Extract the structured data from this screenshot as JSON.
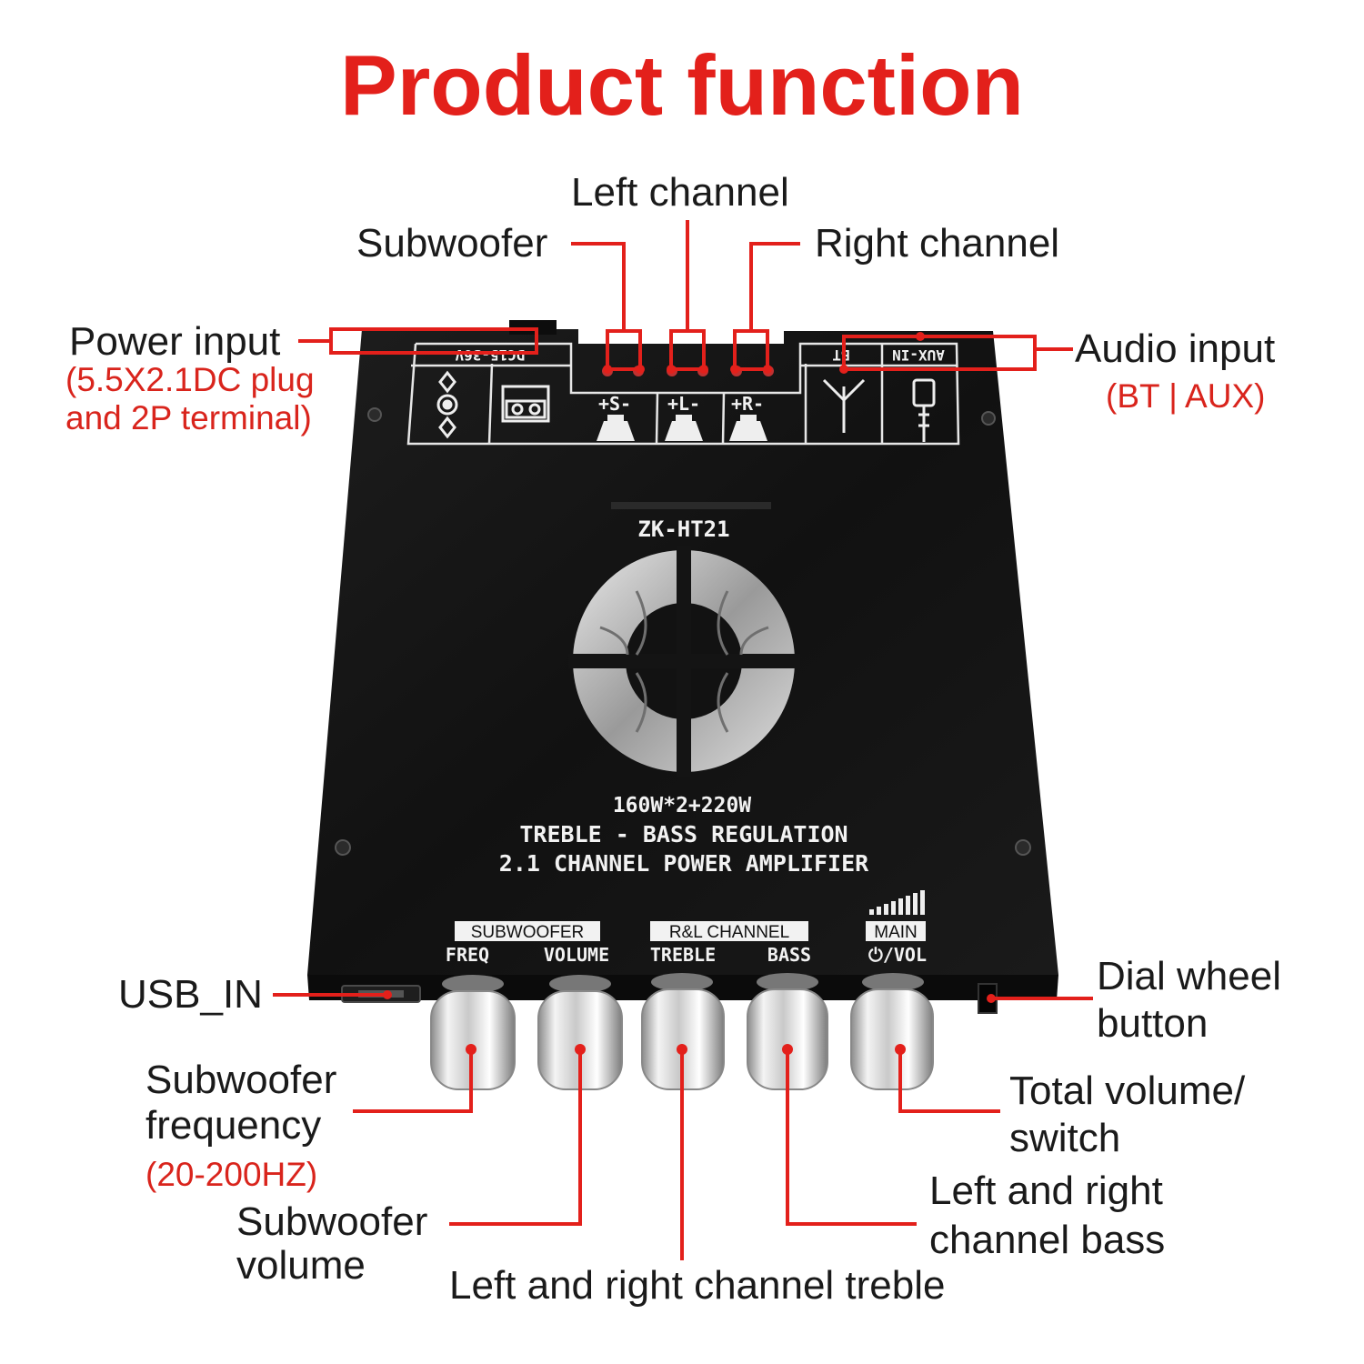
{
  "title": "Product function",
  "callouts": {
    "left_channel": "Left channel",
    "subwoofer": "Subwoofer",
    "right_channel": "Right channel",
    "power_input": "Power input",
    "power_input_detail_1": "(5.5X2.1DC plug",
    "power_input_detail_2": "and 2P terminal)",
    "audio_input": "Audio input",
    "audio_input_detail": "(BT | AUX)",
    "usb_in": "USB_IN",
    "dial_wheel_1": "Dial wheel",
    "dial_wheel_2": "button",
    "sub_freq_1": "Subwoofer",
    "sub_freq_2": "frequency",
    "sub_freq_detail": "(20-200HZ)",
    "sub_vol_1": "Subwoofer",
    "sub_vol_2": "volume",
    "treble": "Left and right channel treble",
    "bass_1": "Left and right",
    "bass_2": "channel bass",
    "total_vol_1": "Total volume/",
    "total_vol_2": "switch"
  },
  "board": {
    "dc_label": "DC15-36V",
    "bt_label": "BT",
    "aux_label": "AUX-IN",
    "s_label": "+S-",
    "l_label": "+L-",
    "r_label": "+R-",
    "model": "ZK-HT21",
    "power_line": "160W*2+220W",
    "regulation_line": "TREBLE - BASS REGULATION",
    "channel_line": "2.1 CHANNEL POWER AMPLIFIER",
    "group_sub": "SUBWOOFER",
    "group_rl": "R&L CHANNEL",
    "group_main": "MAIN",
    "knob_freq": "FREQ",
    "knob_volume": "VOLUME",
    "knob_treble": "TREBLE",
    "knob_bass": "BASS",
    "knob_vol": "⏻/VOL"
  },
  "colors": {
    "accent": "#e3201b",
    "board": "#141414",
    "text": "#1a1a1a"
  }
}
